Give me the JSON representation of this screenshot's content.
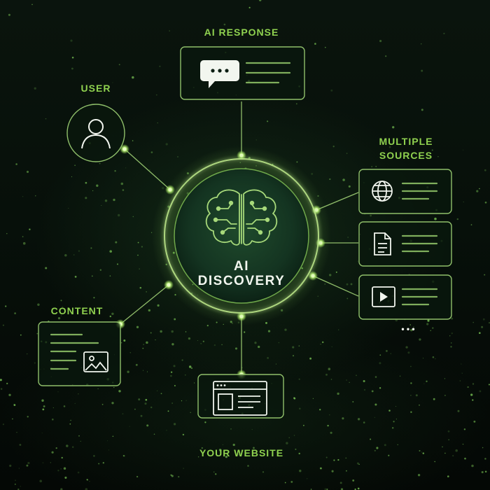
{
  "center": {
    "line1": "AI",
    "line2": "DISCOVERY",
    "icon": "brain-circuit-icon"
  },
  "nodes": {
    "ai_response": {
      "label": "AI RESPONSE",
      "icon": "chat-bubble-icon"
    },
    "user": {
      "label": "USER",
      "icon": "user-icon"
    },
    "sources": {
      "label_line1": "MULTIPLE",
      "label_line2": "SOURCES",
      "items": [
        {
          "icon": "globe-icon"
        },
        {
          "icon": "document-icon"
        },
        {
          "icon": "video-play-icon"
        }
      ],
      "more": "• • •"
    },
    "content": {
      "label": "CONTENT",
      "icon": "image-icon"
    },
    "website": {
      "label": "YOUR WEBSITE",
      "icon": "browser-window-icon"
    }
  },
  "colors": {
    "accent": "#8fd14f",
    "card_border": "#8fbf6a",
    "line": "#a7d97a",
    "center_fill": "#143421",
    "background": "#050b07"
  }
}
